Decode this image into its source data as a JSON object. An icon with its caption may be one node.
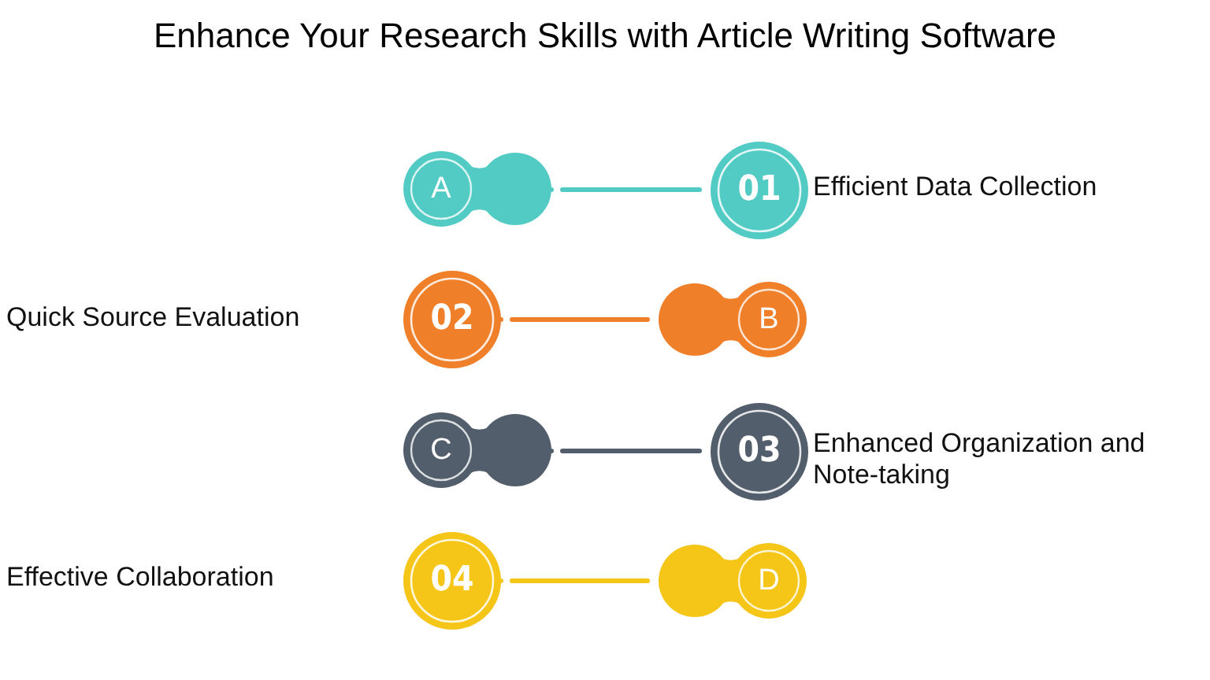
{
  "diagram": {
    "title": "Enhance Your Research Skills with Article Writing Software",
    "nodes": [
      {
        "text": [
          "A"
        ]
      },
      {
        "text": [
          "01"
        ],
        "beside": [
          "Efficient Data Collection"
        ]
      },
      {
        "text": [
          "02"
        ]
      },
      {
        "text": [
          "B"
        ]
      },
      {
        "text": [
          "C"
        ]
      },
      {
        "text": [
          "03"
        ],
        "beside": [
          "Enhanced Organization and Note-taking"
        ]
      },
      {
        "text": [
          "04"
        ]
      },
      {
        "text": [
          "D"
        ]
      }
    ],
    "edges": [
      {
        "from": 0,
        "to": 1,
        "arrow": "none",
        "color": "#52cbc4"
      },
      {
        "from": 2,
        "to": 3,
        "arrow": "none",
        "color": "#f07f2a"
      },
      {
        "from": 4,
        "to": 5,
        "arrow": "none",
        "color": "#525e6b"
      },
      {
        "from": 6,
        "to": 7,
        "arrow": "none",
        "color": "#f5c518"
      }
    ],
    "labels": [
      "Quick Source Evaluation",
      "Effective Collaboration"
    ]
  }
}
